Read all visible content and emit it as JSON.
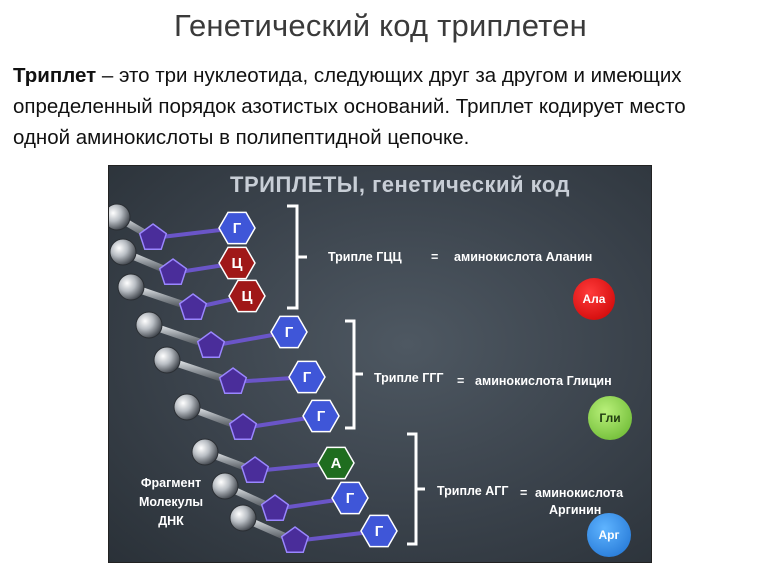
{
  "slide": {
    "title": "Генетический код триплетен",
    "definition_term": "Триплет",
    "definition_text": " – это три нуклеотида, следующих друг за другом и имеющих определенный порядок азотистых оснований. Триплет кодирует место одной аминокислоты в полипептидной цепочке."
  },
  "panel": {
    "title": "ТРИПЛЕТЫ, генетический код",
    "fragment_label": [
      "Фрагмент",
      "Молекулы",
      "ДНК"
    ],
    "triplets": [
      {
        "name": "Трипле ГЦЦ",
        "equals": "=",
        "amino": "аминокислота Аланин",
        "badge": "Ала",
        "badge_color": "#e00000"
      },
      {
        "name": "Трипле ГГГ",
        "equals": "=",
        "amino": "аминокислота Глицин",
        "badge": "Гли",
        "badge_color": "#7ccf3c"
      },
      {
        "name": "Трипле АГГ",
        "equals": "=",
        "amino": "аминокислота",
        "amino_line2": "Аргинин",
        "badge": "Арг",
        "badge_color": "#2a86e8"
      }
    ],
    "bases": [
      "Г",
      "Ц",
      "Ц",
      "Г",
      "Г",
      "Г",
      "А",
      "Г",
      "Г"
    ],
    "colors": {
      "guanine": "#3f56d8",
      "cytosine": "#a01818",
      "adenine": "#1f6d1f",
      "backbone_pentagon": "#4a2d9a"
    }
  }
}
